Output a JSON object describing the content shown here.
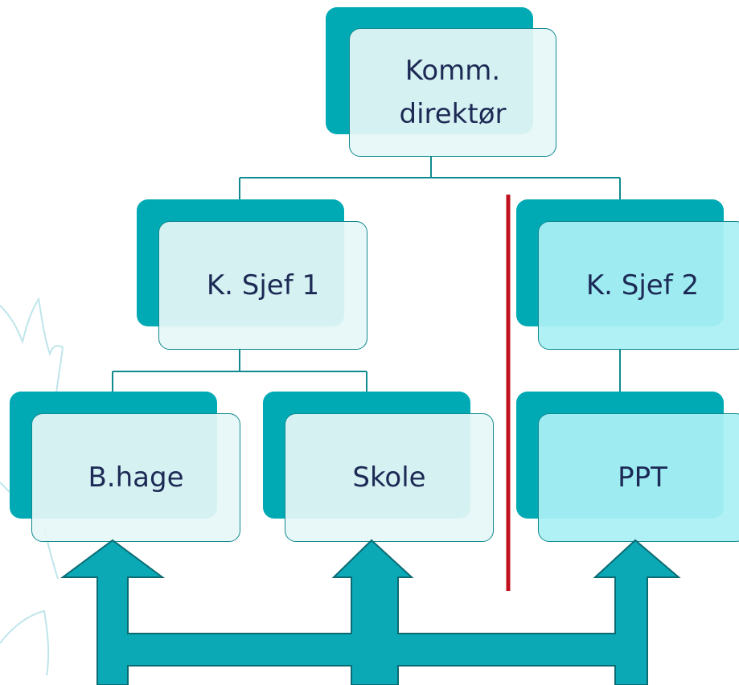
{
  "diagram": {
    "type": "org-chart",
    "colors": {
      "box_shadow": "#00aab4",
      "box_fill": "#e6f6f6",
      "box_fill_accent": "#aaf0f5",
      "box_border": "#108a90",
      "connector": "#108a90",
      "text": "#1c2a55",
      "divider": "#c0121e",
      "arrow_fill": "#0aa9b5",
      "arrow_stroke": "#0b6b73",
      "decor_outline": "#bfe5ea"
    },
    "nodes": {
      "director": "Komm.\ndirektør",
      "chief1": "K. Sjef 1",
      "chief2": "K. Sjef 2",
      "bhage": "B.hage",
      "skole": "Skole",
      "ppt": "PPT"
    },
    "divider_icon": "red-vertical-divider",
    "arrow_icon": "upward-arrow-connector"
  }
}
